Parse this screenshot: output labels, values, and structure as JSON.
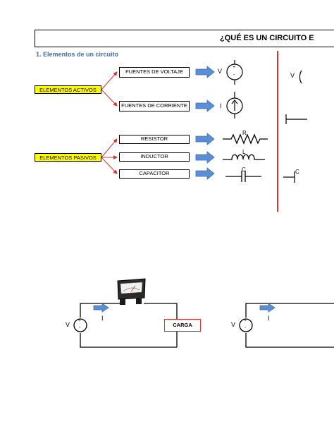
{
  "header": {
    "title": "¿QUÉ ES UN CIRCUITO E"
  },
  "section": {
    "title": "1. Elementos de un circuito"
  },
  "categories": {
    "active": "ELEMENTOS ACTIVOS",
    "passive": "ELEMENTOS PASIVOS"
  },
  "elements": {
    "voltage_source": "FUENTES DE VOLTAJE",
    "current_source": "FUENTES DE CORRIENTE",
    "resistor": "RESISTOR",
    "inductor": "INDUCTOR",
    "capacitor": "CAPACITOR"
  },
  "symbols": {
    "voltage": "V",
    "current": "I",
    "resistor": "R",
    "inductor": "L",
    "capacitor": "C",
    "plus": "+",
    "minus": "-"
  },
  "circuit": {
    "load": "CARGA",
    "voltage": "V",
    "current": "I"
  },
  "colors": {
    "category_fill": "#ffff00",
    "arrow_blue": "#5b8fd4",
    "red_lines": "#e03030",
    "section_title": "#3a6fb5"
  }
}
